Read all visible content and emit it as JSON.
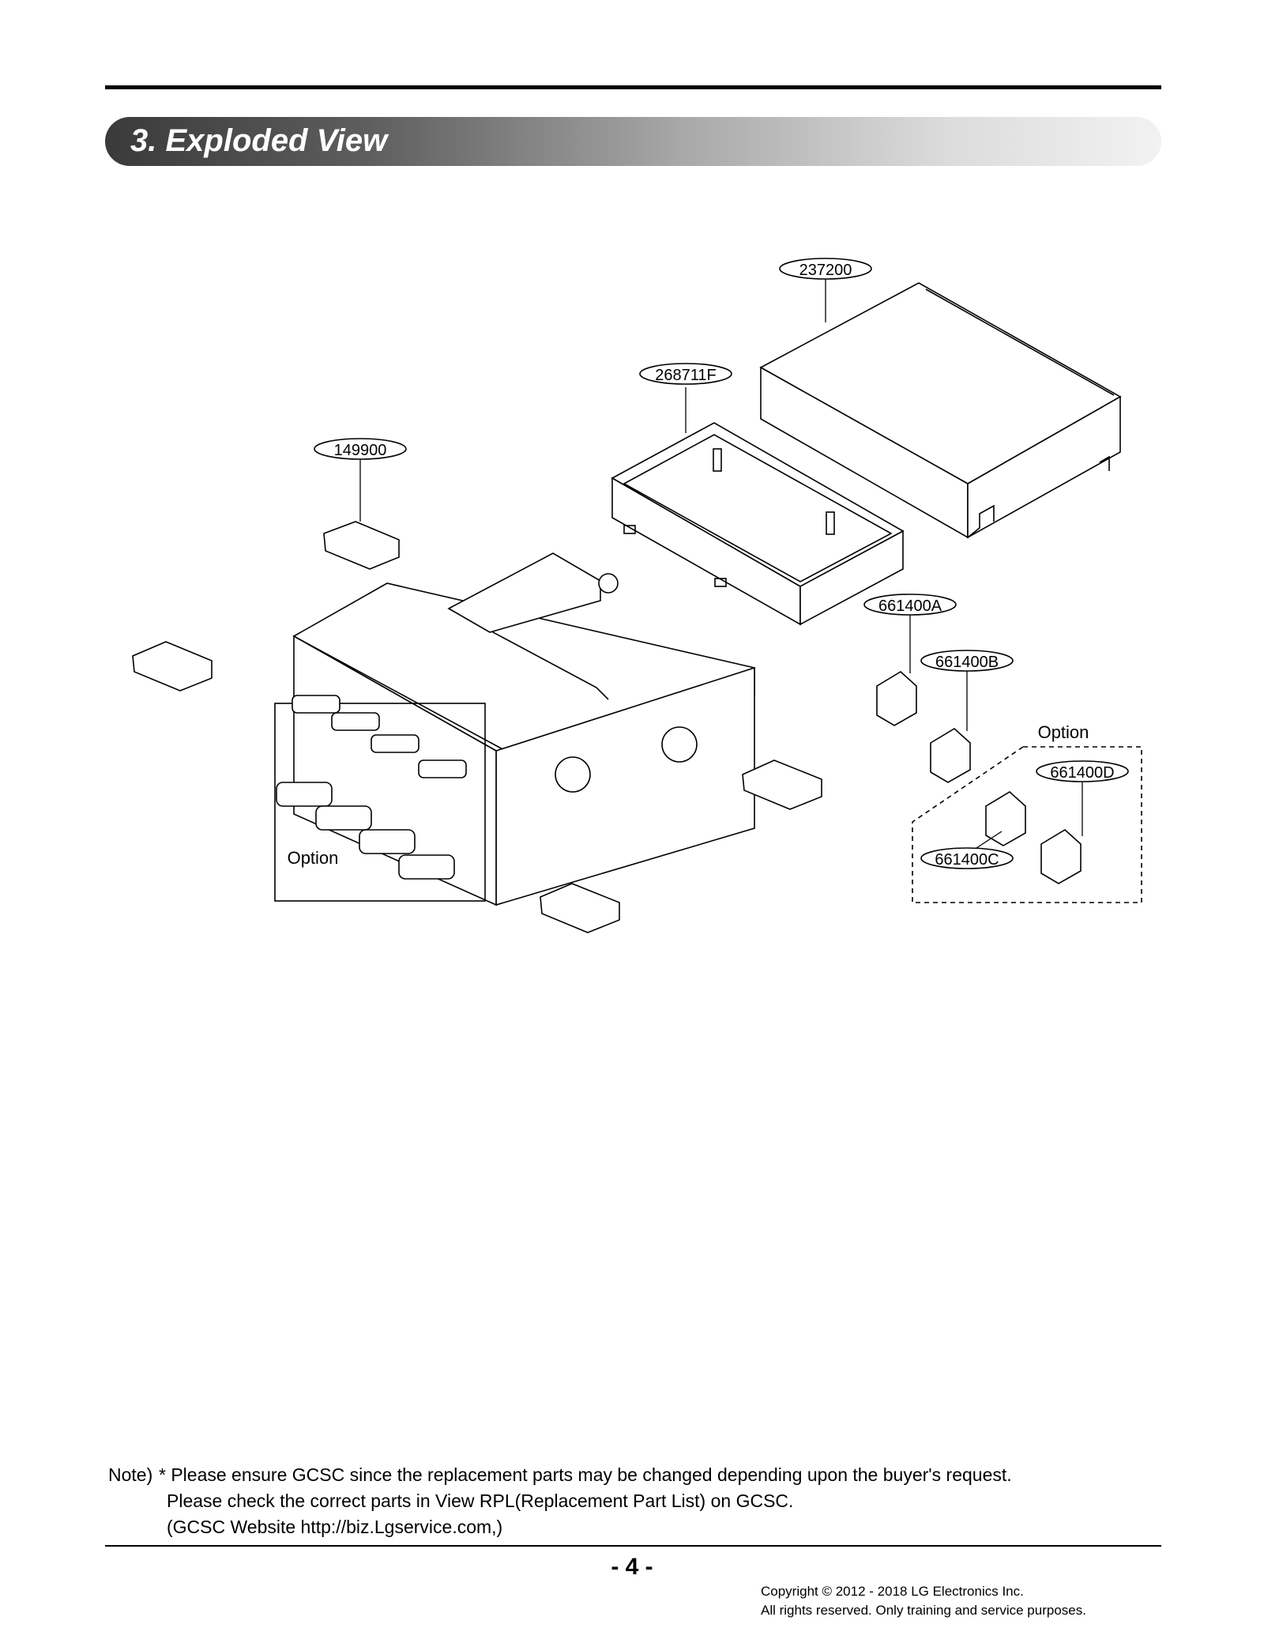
{
  "section": {
    "title": "3. Exploded View"
  },
  "diagram": {
    "part_labels": {
      "cover": "237200",
      "tray": "268711F",
      "bracket": "149900",
      "valve_a": "661400A",
      "valve_b": "661400B",
      "valve_c": "661400C",
      "valve_d": "661400D"
    },
    "option_label_left": "Option",
    "option_label_right": "Option"
  },
  "note": {
    "label": "Note)",
    "lines": [
      "* Please ensure GCSC since the replacement parts may be changed depending upon the buyer's request.",
      "Please check  the correct parts in View RPL(Replacement Part List) on GCSC.",
      "(GCSC Website  http://biz.Lgservice.com,)"
    ]
  },
  "footer": {
    "page_number": "- 4 -",
    "copyright_line1": "Copyright © 2012 - 2018 LG Electronics Inc.",
    "copyright_line2": "All rights reserved. Only training and service purposes."
  }
}
